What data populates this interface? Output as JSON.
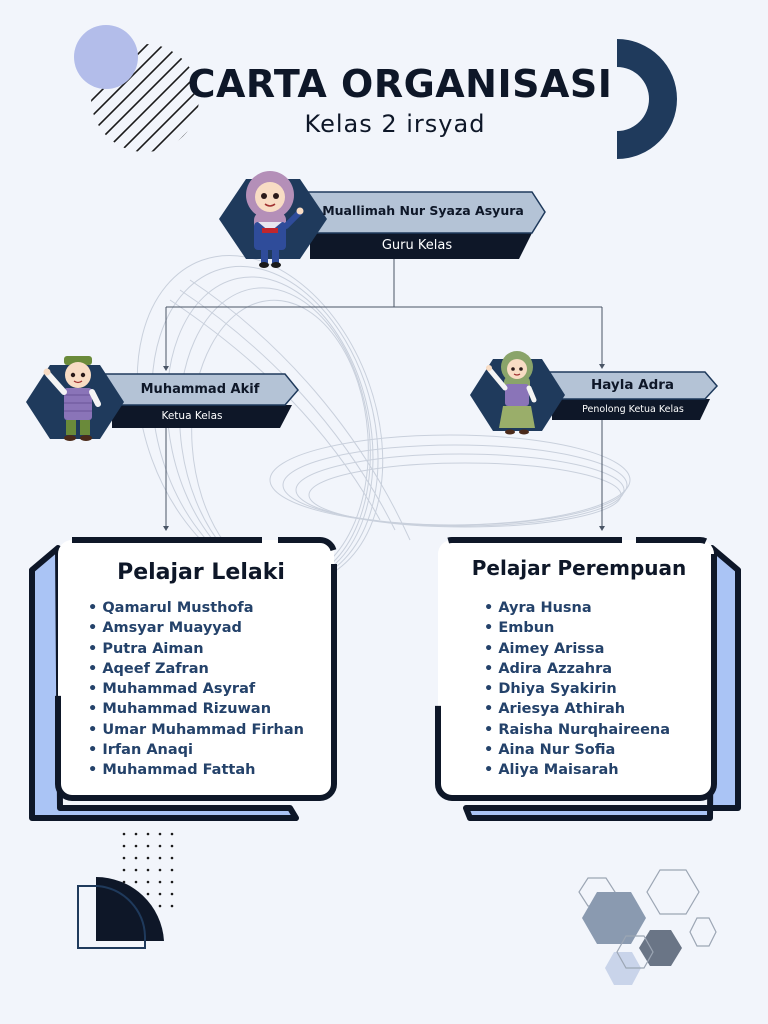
{
  "header": {
    "title": "CARTA ORGANISASI",
    "subtitle": "Kelas 2 irsyad"
  },
  "teacher": {
    "name": "Muallimah Nur Syaza Asyura",
    "role": "Guru Kelas"
  },
  "leader": {
    "name": "Muhammad Akif",
    "role": "Ketua Kelas"
  },
  "assistant": {
    "name": "Hayla Adra",
    "role": "Penolong Ketua Kelas"
  },
  "boys": {
    "title": "Pelajar Lelaki",
    "members": [
      "Qamarul Musthofa",
      "Amsyar Muayyad",
      "Putra Aiman",
      "Aqeef Zafran",
      "Muhammad Asyraf",
      "Muhammad Rizuwan",
      "Umar Muhammad Firhan",
      "Irfan Anaqi",
      "Muhammad Fattah"
    ]
  },
  "girls": {
    "title": "Pelajar Perempuan",
    "members": [
      "Ayra Husna",
      "Embun",
      "Aimey Arissa",
      "Adira Azzahra",
      "Dhiya Syakirin",
      "Ariesya Athirah",
      "Raisha Nurqhaireena",
      "Aina Nur Sofia",
      "Aliya Maisarah"
    ]
  },
  "colors": {
    "navy": "#0e1728",
    "hex_blue": "#1f3a5c",
    "banner_light": "#b4c3d6",
    "accent_periwinkle": "#b3bdea",
    "list_text": "#24426a",
    "card_back": "#aac4f5"
  }
}
